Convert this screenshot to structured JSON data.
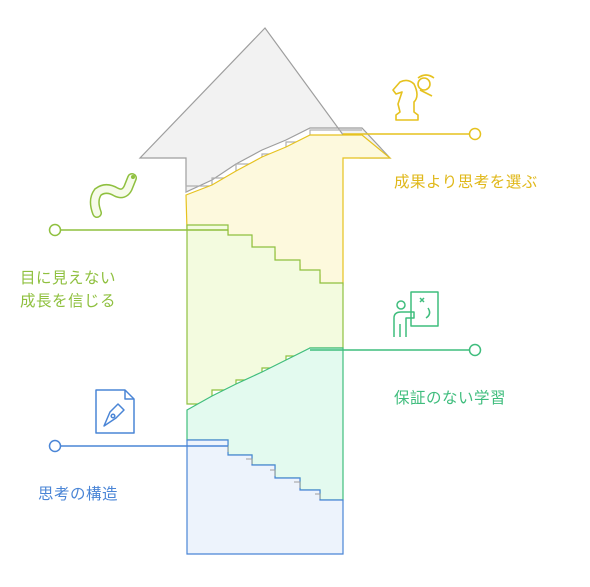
{
  "labels": {
    "results_over_thinking": "成果より思考を選ぶ",
    "trust_the_invisible": "目に見えない\n成長を信じる",
    "unguaranteed_learning": "保証のない学習",
    "structure_of_thinking": "思考の構造"
  },
  "colors": {
    "arrow_head_fill": "#f2f2f2",
    "arrow_outline": "#9e9e9e",
    "yellow": "#e6c21f",
    "yellow_fill": "#fdf9dd",
    "lime": "#8fc03f",
    "lime_fill": "#f3fbdf",
    "green": "#3fbd7d",
    "green_fill": "#e3faef",
    "blue": "#4a85d6",
    "blue_fill": "#edf3fc"
  },
  "icons": {
    "top": "chess-knight-icon",
    "upper_left": "worm-icon",
    "middle_right": "whiteboard-presenter-icon",
    "bottom_left": "pen-nib-document-icon"
  }
}
